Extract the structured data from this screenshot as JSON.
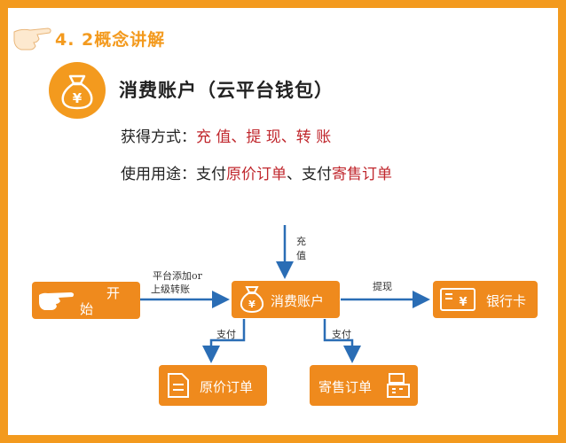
{
  "section": {
    "title": "4. 2概念讲解"
  },
  "heading": "消费账户（云平台钱包）",
  "methods": {
    "label": "获得方式：",
    "value": "充 值、提 现、转 账"
  },
  "usage": {
    "label": "使用用途：支付",
    "item1": "原价订单",
    "sep": "、支付",
    "item2": "寄售订单"
  },
  "diagram": {
    "nodes": {
      "start_a": "开",
      "start_b": "始",
      "account": "消费账户",
      "bank": "银行卡",
      "original_order": "原价订单",
      "consign_order": "寄售订单"
    },
    "edges": {
      "recharge_a": "充",
      "recharge_b": "值",
      "platform_a": "平台添加or",
      "platform_b": "上级转账",
      "withdraw": "提现",
      "pay_left": "支付",
      "pay_right": "支付"
    }
  },
  "colors": {
    "accent": "#f39a1e",
    "box": "#ef8a1d",
    "arrow": "#2a6db5",
    "red": "#c0272d"
  }
}
